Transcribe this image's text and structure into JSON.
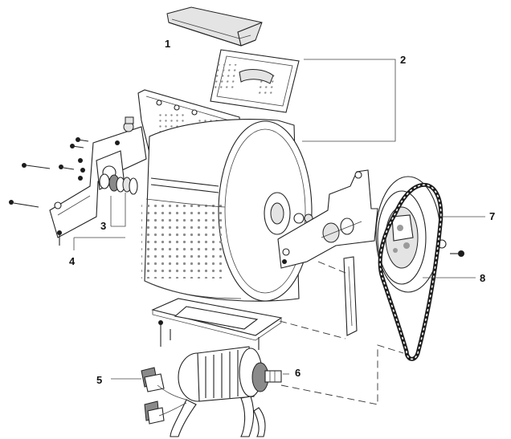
{
  "callouts": {
    "c1": "1",
    "c2": "2",
    "c3": "3",
    "c4": "4",
    "c5": "5",
    "c6": "6",
    "c7": "7",
    "c8": "8"
  },
  "icons": [
    "filter-cover",
    "drum-door",
    "washer-drum",
    "bearing-seal-kit",
    "drum-bracket",
    "motor-mount",
    "motor",
    "carbon-brush",
    "pulley",
    "drive-belt",
    "screw"
  ]
}
